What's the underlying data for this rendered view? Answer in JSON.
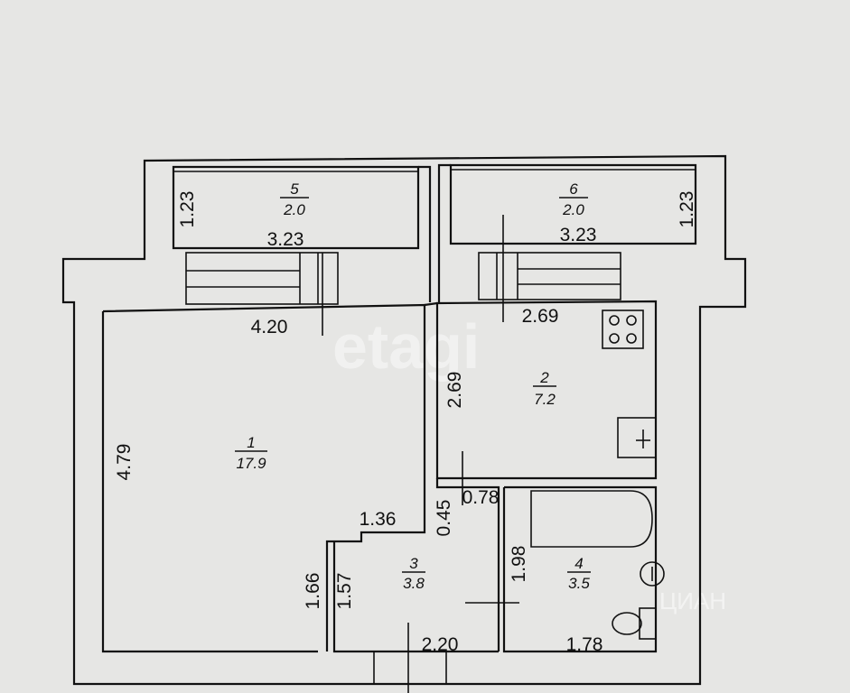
{
  "watermark": {
    "main": "etagi",
    "secondary": "ЦИАН"
  },
  "rooms": [
    {
      "number": "1",
      "area": "17.9"
    },
    {
      "number": "2",
      "area": "7.2"
    },
    {
      "number": "3",
      "area": "3.8"
    },
    {
      "number": "4",
      "area": "3.5"
    },
    {
      "number": "5",
      "area": "2.0"
    },
    {
      "number": "6",
      "area": "2.0"
    }
  ],
  "dimensions": {
    "balcony_left_height": "1.23",
    "balcony_left_width": "3.23",
    "balcony_right_width": "3.23",
    "balcony_right_height": "1.23",
    "room1_width": "4.20",
    "room1_height": "4.79",
    "kitchen_width": "2.69",
    "kitchen_height": "2.69",
    "hall_step": "1.36",
    "hall_gap": "0.45",
    "hall_door": "0.78",
    "hall_outer": "1.66",
    "hall_inner": "1.57",
    "hall_width": "2.20",
    "bath_height": "1.98",
    "bath_width": "1.78"
  }
}
